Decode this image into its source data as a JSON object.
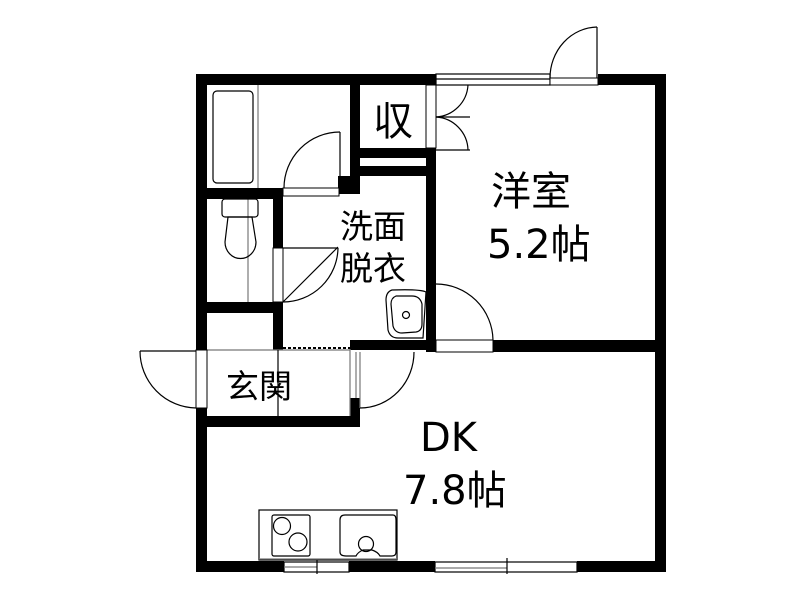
{
  "floor_plan": {
    "rooms": [
      {
        "id": "western-room",
        "name": "洋室",
        "size": "5.2帖"
      },
      {
        "id": "dining-kitchen",
        "name": "DK",
        "size": "7.8帖"
      },
      {
        "id": "washroom",
        "name_line1": "洗面",
        "name_line2": "脱衣"
      },
      {
        "id": "entrance",
        "name": "玄関"
      },
      {
        "id": "storage",
        "name": "収"
      }
    ],
    "fixtures": [
      "bathtub",
      "toilet",
      "washbasin",
      "stove",
      "kitchen-sink"
    ],
    "colors": {
      "wall": "#000000",
      "background": "#ffffff",
      "secondary_line": "#777777"
    }
  }
}
